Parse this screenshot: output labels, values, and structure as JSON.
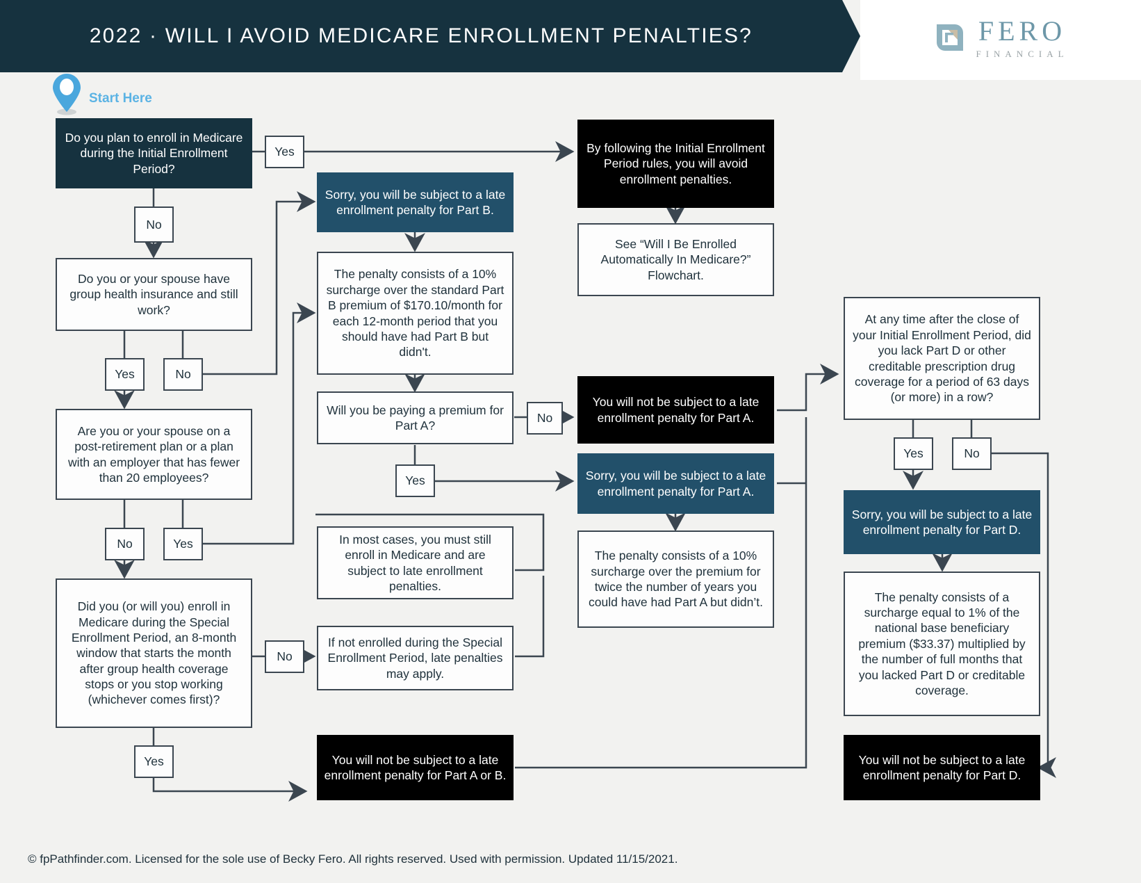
{
  "header": {
    "title": "2022 · WILL I AVOID MEDICARE ENROLLMENT PENALTIES?",
    "logo_name": "FERO",
    "logo_sub": "FINANCIAL",
    "colors": {
      "navy": "#16323F",
      "teal": "#22506A",
      "black": "#000000",
      "accent_blue": "#5BB3E4",
      "page_bg": "#F2F2F0",
      "logo_teal": "#6D97A8"
    }
  },
  "start": {
    "label": "Start Here"
  },
  "nodes": {
    "q_initial_enrollment": "Do you plan to enroll in Medicare during the Initial Enrollment Period?",
    "r_avoid_penalties": "By following the Initial Enrollment Period rules, you will avoid enrollment penalties.",
    "r_see_flowchart": "See “Will I Be Enrolled Automatically In Medicare?” Flowchart.",
    "q_group_health": "Do you or your spouse have group health insurance and still work?",
    "q_post_retirement": "Are you or your spouse on a post-retirement plan or a plan with an employer that has fewer than 20 employees?",
    "q_special_enrollment": "Did you (or will you) enroll in Medicare during the Special Enrollment Period, an 8-month window that starts the month after group health coverage stops or you stop working (whichever comes first)?",
    "r_penalty_part_b": "Sorry, you will be subject to a late enrollment penalty for Part B.",
    "r_penalty_b_detail": "The penalty consists of a 10% surcharge over the standard Part B premium of $170.10/month for each 12-month period that you should have had Part B but didn't.",
    "q_premium_part_a": "Will you be paying a premium for Part A?",
    "r_no_penalty_part_a": "You will not be subject to a late enrollment penalty for Part A.",
    "r_penalty_part_a": "Sorry, you will be subject to a late enrollment penalty for Part A.",
    "r_penalty_a_detail": "The penalty consists of a 10% surcharge over the premium for twice the number of years you could have had Part A but didn’t.",
    "r_must_still_enroll": "In most cases, you must still enroll in Medicare and are subject to late enrollment penalties.",
    "r_if_not_enrolled": "If not enrolled during the Special Enrollment Period, late penalties may apply.",
    "r_no_penalty_a_or_b": "You will not be subject to a late enrollment penalty for Part A or B.",
    "q_part_d_gap": "At any time after the close of your Initial Enrollment Period, did you lack Part D or other creditable prescription drug coverage for a period of 63 days (or more) in a row?",
    "r_penalty_part_d": "Sorry, you will be subject to a late enrollment penalty for Part D.",
    "r_penalty_d_detail": "The penalty consists of a surcharge equal to 1% of the national base beneficiary premium ($33.37) multiplied by the number of full months that you lacked Part D or creditable coverage.",
    "r_no_penalty_part_d": "You will not be subject to a late enrollment penalty for Part D."
  },
  "branches": {
    "initial_yes": "Yes",
    "initial_no": "No",
    "group_yes": "Yes",
    "group_no": "No",
    "post_no": "No",
    "post_yes": "Yes",
    "special_no": "No",
    "special_yes": "Yes",
    "premium_a_no": "No",
    "premium_a_yes": "Yes",
    "part_d_yes": "Yes",
    "part_d_no": "No"
  },
  "footer": {
    "text": "© fpPathfinder.com. Licensed for the sole use of Becky Fero. All rights reserved. Used with permission. Updated 11/15/2021."
  }
}
